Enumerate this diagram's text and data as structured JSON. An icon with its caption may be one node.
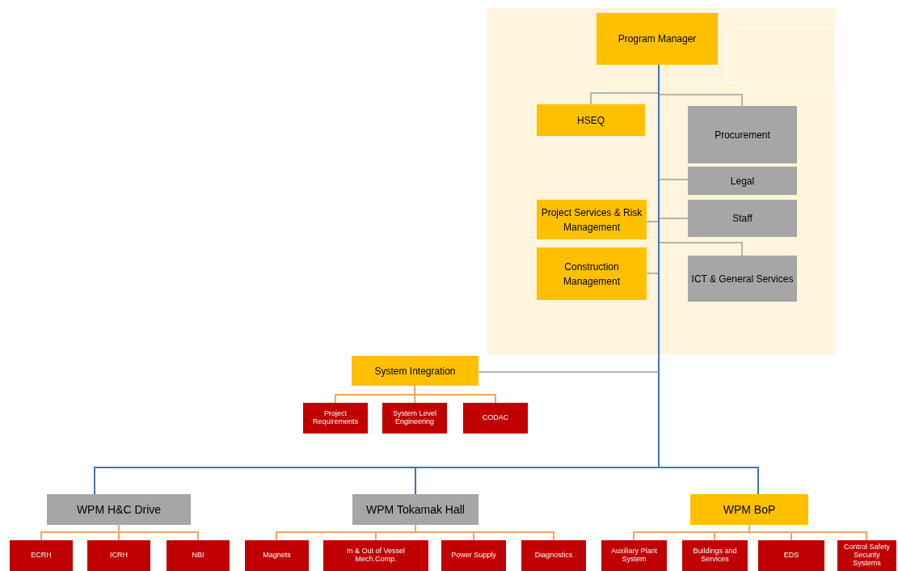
{
  "diagram": {
    "nodes": [
      {
        "text": [],
        "shape": "box"
      },
      {
        "text": [
          "Program Manager"
        ],
        "in": 0
      },
      {
        "text": [
          "HSEQ"
        ],
        "in": 0
      },
      {
        "text": [
          "Procurement"
        ],
        "in": 0
      },
      {
        "text": [
          "Legal"
        ],
        "in": 0
      },
      {
        "text": [
          "Staff"
        ],
        "in": 0
      },
      {
        "text": [
          "Project Services & Risk Management"
        ],
        "in": 0
      },
      {
        "text": [
          "Construction Management"
        ],
        "in": 0
      },
      {
        "text": [
          "ICT & General Services"
        ],
        "in": 0
      },
      {
        "text": [],
        "shape": "box",
        "in": 0
      },
      {
        "text": [
          "System Integration"
        ]
      },
      {
        "text": [
          "Project Requirements"
        ]
      },
      {
        "text": [
          "System Level Engineering"
        ]
      },
      {
        "text": [
          "CODAC"
        ]
      },
      {
        "text": [
          "WPM H&C Drive"
        ]
      },
      {
        "text": [
          "WPM Tokamak Hall"
        ]
      },
      {
        "text": [
          "WPM BoP"
        ]
      },
      {
        "text": [
          "ECRH"
        ]
      },
      {
        "text": [
          "ICRH"
        ]
      },
      {
        "text": [
          "NBI"
        ]
      },
      {
        "text": [
          "Magnets"
        ]
      },
      {
        "text": [
          "In & Out of Vessel Mech.Comp."
        ]
      },
      {
        "text": [
          "Power Supply"
        ]
      },
      {
        "text": [
          "Diagnostics"
        ]
      },
      {
        "text": [
          "Auxiliary Plant System"
        ]
      },
      {
        "text": [
          "Buildings and Services"
        ]
      },
      {
        "text": [
          "EDS"
        ]
      },
      {
        "text": [
          "Control Safety Security Systems"
        ]
      }
    ],
    "edges": [
      {
        "from": 1,
        "to": 2,
        "arrow": "none",
        "color": "#b4b4b4"
      },
      {
        "from": 1,
        "to": 3,
        "arrow": "none",
        "color": "#b4b4b4"
      },
      {
        "from": 1,
        "to": 4,
        "arrow": "none",
        "color": "#b4b4b4"
      },
      {
        "from": 1,
        "to": 5,
        "arrow": "none",
        "color": "#b4b4b4"
      },
      {
        "from": 1,
        "to": 6,
        "arrow": "none",
        "color": "#b4b4b4"
      },
      {
        "from": 1,
        "to": 7,
        "arrow": "none",
        "color": "#b4b4b4"
      },
      {
        "from": 1,
        "to": 8,
        "arrow": "none",
        "color": "#b4b4b4"
      },
      {
        "from": 1,
        "to": 10,
        "arrow": "none",
        "color": "#b4b4b4"
      },
      {
        "from": 10,
        "to": 11,
        "arrow": "none"
      },
      {
        "from": 10,
        "to": 12,
        "arrow": "none"
      },
      {
        "from": 10,
        "to": 13,
        "arrow": "none"
      },
      {
        "from": 1,
        "to": 14,
        "arrow": "none",
        "color": "#4472c4"
      },
      {
        "from": 1,
        "to": 15,
        "arrow": "none",
        "color": "#4472c4"
      },
      {
        "from": 1,
        "to": 16,
        "arrow": "none",
        "color": "#4472c4"
      },
      {
        "from": 14,
        "to": 17,
        "arrow": "none"
      },
      {
        "from": 14,
        "to": 18,
        "arrow": "none"
      },
      {
        "from": 14,
        "to": 19,
        "arrow": "none"
      },
      {
        "from": 15,
        "to": 20,
        "arrow": "none"
      },
      {
        "from": 15,
        "to": 21,
        "arrow": "none"
      },
      {
        "from": 15,
        "to": 22,
        "arrow": "none"
      },
      {
        "from": 15,
        "to": 23,
        "arrow": "none"
      },
      {
        "from": 16,
        "to": 24,
        "arrow": "none"
      },
      {
        "from": 16,
        "to": 25,
        "arrow": "none"
      },
      {
        "from": 16,
        "to": 26,
        "arrow": "none"
      },
      {
        "from": 16,
        "to": 27,
        "arrow": "none"
      }
    ]
  }
}
